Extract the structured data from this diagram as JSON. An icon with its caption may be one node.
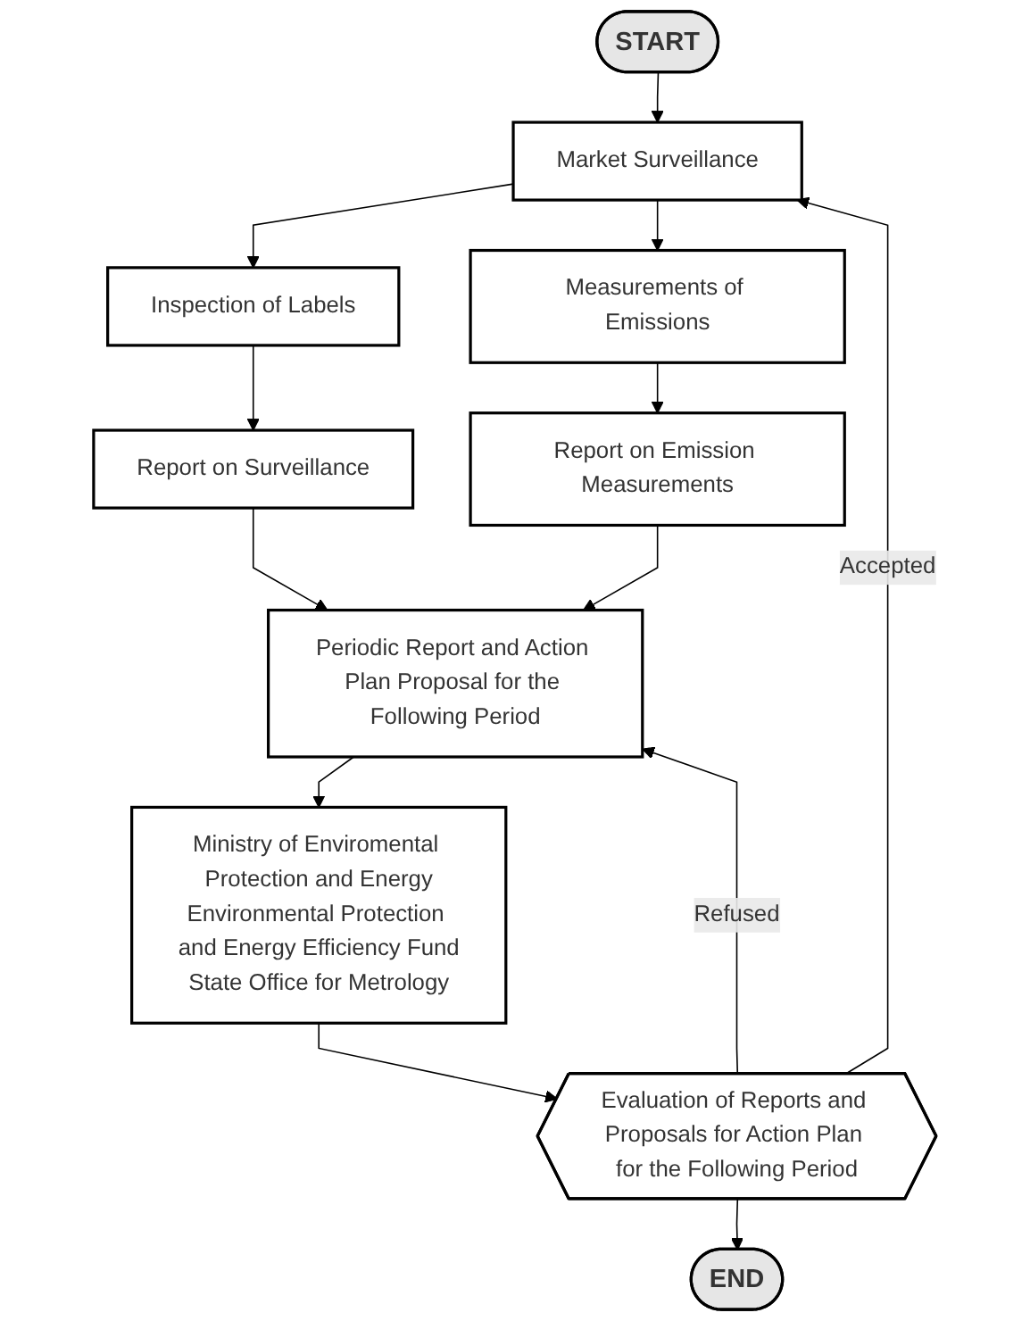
{
  "diagram": {
    "nodes": [
      {
        "text": [
          "START"
        ]
      },
      {
        "text": [
          "Market Surveillance"
        ]
      },
      {
        "text": [
          "Inspection of Labels"
        ]
      },
      {
        "text": [
          "Measurements of Emissions"
        ]
      },
      {
        "text": [
          "Report on Surveillance"
        ]
      },
      {
        "text": [
          "Report on Emission Measurements"
        ]
      },
      {
        "text": [
          "Periodic Report and Action Plan Proposal for the Following Period"
        ]
      },
      {
        "text": [
          "Ministry of Enviromental Protection and Energy",
          "Environmental Protection and Energy Efficiency Fund",
          "State Office for Metrology"
        ]
      },
      {
        "text": [
          "Evaluation of Reports and Proposals for Action Plan for the Following Period"
        ]
      },
      {
        "text": [
          "END"
        ]
      }
    ],
    "edges": [
      {
        "from": 0,
        "to": 1,
        "arrow": "to"
      },
      {
        "from": 1,
        "to": 2,
        "arrow": "to"
      },
      {
        "from": 1,
        "to": 3,
        "arrow": "to"
      },
      {
        "from": 2,
        "to": 4,
        "arrow": "to"
      },
      {
        "from": 3,
        "to": 5,
        "arrow": "to"
      },
      {
        "from": 4,
        "to": 6,
        "arrow": "to"
      },
      {
        "from": 5,
        "to": 6,
        "arrow": "to"
      },
      {
        "from": 6,
        "to": 7,
        "arrow": "to"
      },
      {
        "from": 7,
        "to": 8,
        "arrow": "to"
      },
      {
        "from": 8,
        "to": 1,
        "label": "Accepted",
        "arrow": "to"
      },
      {
        "from": 8,
        "to": 6,
        "label": "Refused",
        "arrow": "to"
      },
      {
        "from": 8,
        "to": 9,
        "arrow": "to"
      }
    ]
  }
}
